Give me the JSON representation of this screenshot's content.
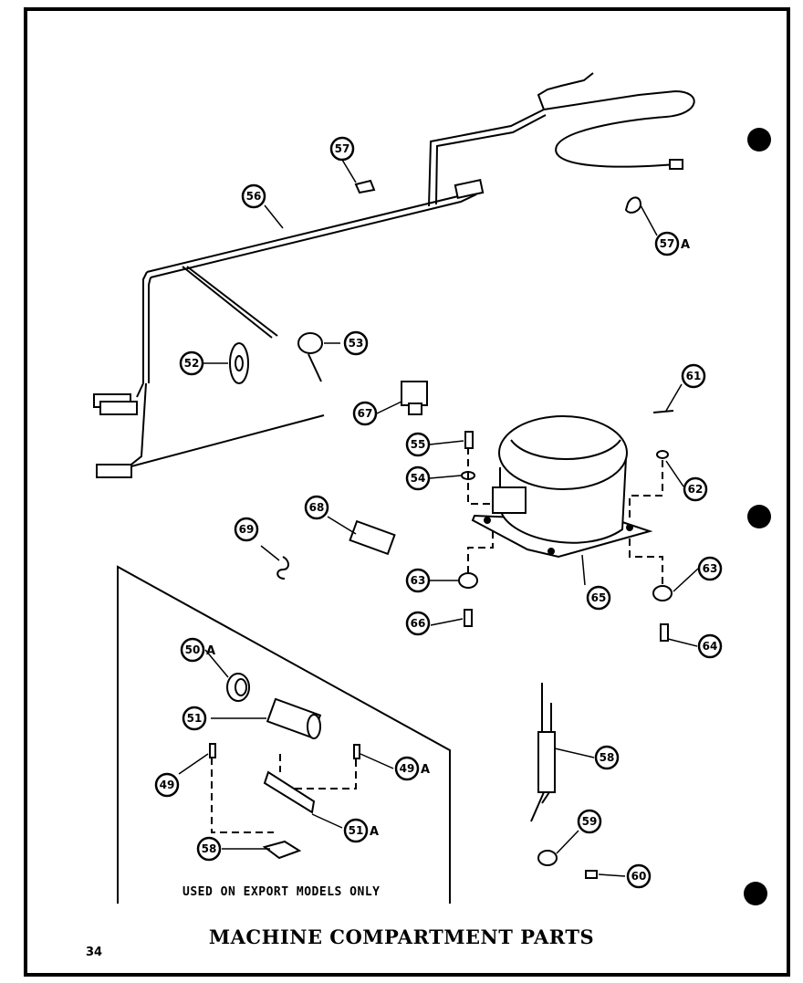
{
  "title": "MACHINE COMPARTMENT PARTS",
  "page_number": "34",
  "export_note": "USED ON EXPORT MODELS ONLY",
  "callouts": [
    {
      "num": "57",
      "suffix": ""
    },
    {
      "num": "56",
      "suffix": ""
    },
    {
      "num": "57",
      "suffix": "A"
    },
    {
      "num": "52",
      "suffix": ""
    },
    {
      "num": "53",
      "suffix": ""
    },
    {
      "num": "67",
      "suffix": ""
    },
    {
      "num": "61",
      "suffix": ""
    },
    {
      "num": "55",
      "suffix": ""
    },
    {
      "num": "54",
      "suffix": ""
    },
    {
      "num": "62",
      "suffix": ""
    },
    {
      "num": "68",
      "suffix": ""
    },
    {
      "num": "69",
      "suffix": ""
    },
    {
      "num": "63",
      "suffix": ""
    },
    {
      "num": "65",
      "suffix": ""
    },
    {
      "num": "63",
      "suffix": ""
    },
    {
      "num": "66",
      "suffix": ""
    },
    {
      "num": "64",
      "suffix": ""
    },
    {
      "num": "50",
      "suffix": "A"
    },
    {
      "num": "51",
      "suffix": ""
    },
    {
      "num": "49",
      "suffix": ""
    },
    {
      "num": "49",
      "suffix": "A"
    },
    {
      "num": "51",
      "suffix": "A"
    },
    {
      "num": "58",
      "suffix": ""
    },
    {
      "num": "58",
      "suffix": ""
    },
    {
      "num": "59",
      "suffix": ""
    },
    {
      "num": "60",
      "suffix": ""
    }
  ]
}
